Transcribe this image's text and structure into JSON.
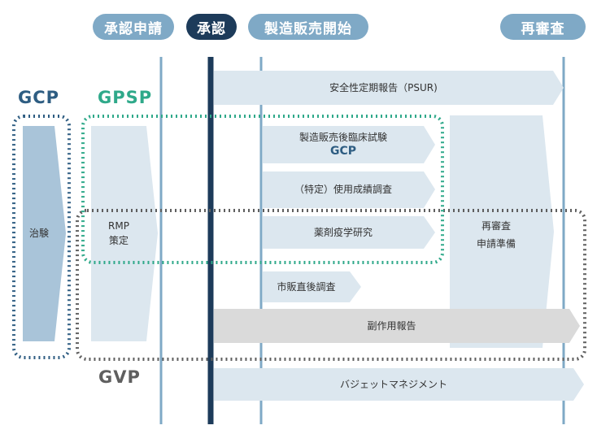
{
  "colors": {
    "timeline_light": "#7fa9c6",
    "timeline_dark": "#1d3b5a",
    "gcp": "#2e5d82",
    "gpsp": "#2fa98a",
    "gvp": "#5f5f5f",
    "box_light": "#dce7ef",
    "box_mid": "#a9c4d9",
    "box_gray": "#dadada"
  },
  "milestones": {
    "application": "承認申請",
    "approval": "承認",
    "launch": "製造販売開始",
    "reexamination": "再審査"
  },
  "groups": {
    "gcp_left": "GCP",
    "gpsp": "GPSP",
    "gvp": "GVP"
  },
  "activities": {
    "psur": "安全性定期報告（PSUR)",
    "clinical_trial": "治験",
    "rmp_line1": "RMP",
    "rmp_line2": "策定",
    "post_marketing_trial": "製造販売後臨床試験",
    "post_marketing_trial_gcp": "GCP",
    "use_results_survey": "（特定）使用成績調査",
    "pharmacoepidemiology": "薬剤疫学研究",
    "early_post_marketing": "市販直後調査",
    "reexam_line1": "再審査",
    "reexam_line2": "申請準備",
    "adverse_reaction": "副作用報告",
    "vigilance_mgmt": "バジェットマネジメント"
  }
}
